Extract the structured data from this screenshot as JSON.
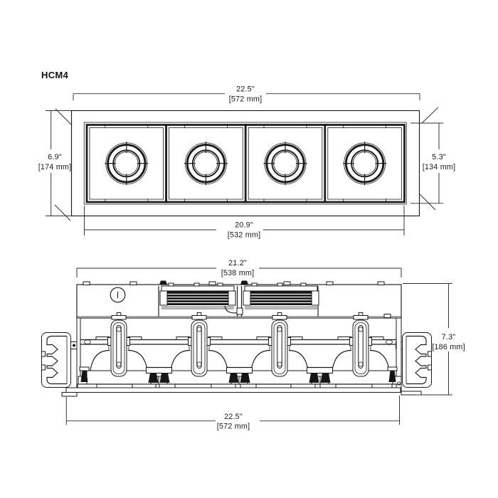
{
  "title": "HCM4",
  "colors": {
    "line": "#1a1a1a",
    "dark_fill": "#161616",
    "background": "#ffffff"
  },
  "views": {
    "plan": {
      "module_count": 4,
      "dims": {
        "overall_width": {
          "in": "22.5\"",
          "mm": "[572 mm]"
        },
        "overall_height": {
          "in": "6.9\"",
          "mm": "[174 mm]"
        },
        "trim_height": {
          "in": "5.3\"",
          "mm": "[134 mm]"
        },
        "trim_width": {
          "in": "20.9\"",
          "mm": "[532 mm]"
        }
      }
    },
    "section": {
      "dims": {
        "housing_width": {
          "in": "21.2\"",
          "mm": "[538 mm]"
        },
        "housing_height": {
          "in": "7.3\"",
          "mm": "[186 mm]"
        },
        "overall_width": {
          "in": "22.5\"",
          "mm": "[572 mm]"
        }
      }
    }
  }
}
